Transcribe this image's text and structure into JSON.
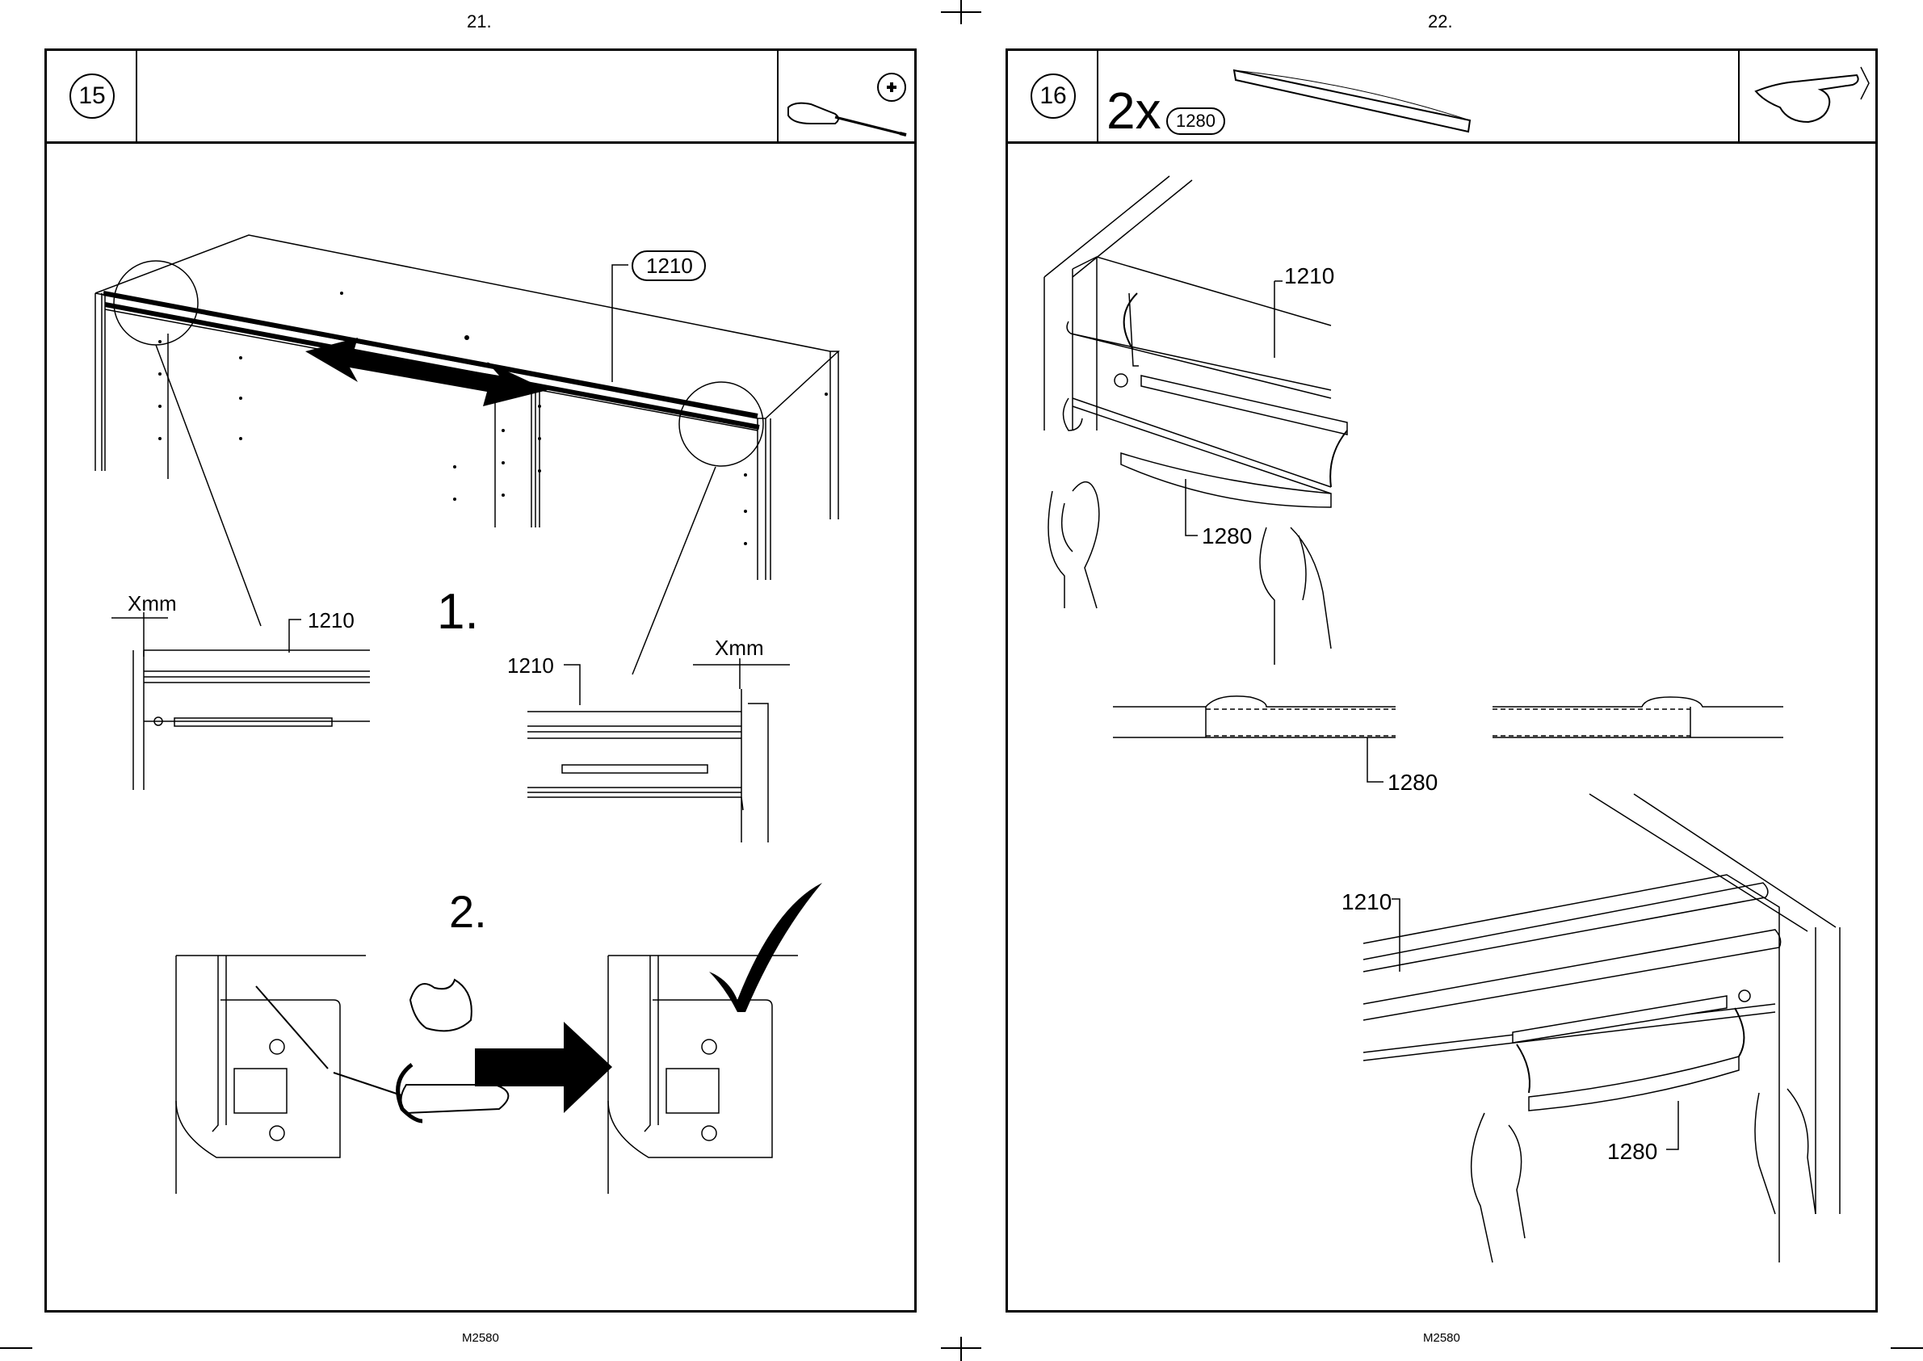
{
  "pages": {
    "left_number": "21.",
    "right_number": "22.",
    "left_footer": "M2580",
    "right_footer": "M2580"
  },
  "step15": {
    "number": "15",
    "tool_icon": "screwdriver-phillips-icon",
    "part_label": "1210",
    "sub1": "1.",
    "sub2": "2.",
    "xmm_left": "Xmm",
    "xmm_right": "Xmm",
    "detail_left_part": "1210",
    "detail_right_part": "1210"
  },
  "step16": {
    "number": "16",
    "quantity": "2x",
    "part_badge": "1280",
    "tool_icon": "hand-pointing-icon",
    "label_1210_top": "1210",
    "label_1280_top": "1280",
    "label_1280_mid": "1280",
    "label_1210_bottom": "1210",
    "label_1280_bottom": "1280"
  }
}
